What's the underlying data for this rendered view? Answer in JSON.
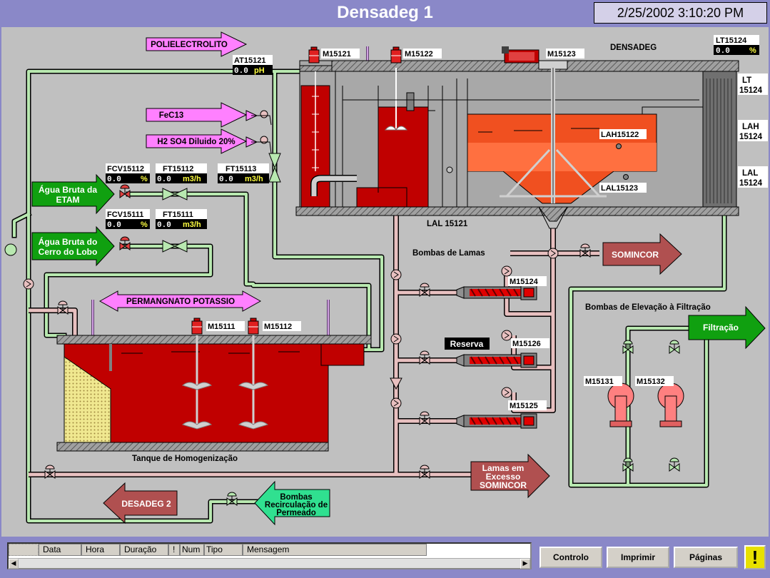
{
  "header": {
    "title": "Densadeg 1",
    "datetime": "2/25/2002 3:10:20 PM"
  },
  "colors": {
    "titlebar": "#8a88c8",
    "background": "#c0c0c0",
    "tank_red": "#c00000",
    "sludge_orange": "#f05020",
    "pipe_green": "#b8e8b0",
    "pipe_pink": "#e8c0c0",
    "chem_pink": "#ff80ff",
    "arrow_green": "#10a010",
    "arrow_brown": "#b05050"
  },
  "chemicals": {
    "polieletrolito": "POLIELECTROLITO",
    "fecl3": "FeC13",
    "h2so4": "H2 SO4 Diluido 20%",
    "permanganato": "PERMANGNATO POTASSIO"
  },
  "instruments": {
    "at15121": {
      "tag": "AT15121",
      "value": "0.0",
      "unit": "pH"
    },
    "lt15124": {
      "tag": "LT15124",
      "value": "0.0",
      "unit": "%"
    },
    "fcv15112": {
      "tag": "FCV15112",
      "value": "0.0",
      "unit": "%"
    },
    "ft15112": {
      "tag": "FT15112",
      "value": "0.0",
      "unit": "m3/h"
    },
    "ft15113": {
      "tag": "FT15113",
      "value": "0.0",
      "unit": "m3/h"
    },
    "fcv15111": {
      "tag": "FCV15111",
      "value": "0.0",
      "unit": "%"
    },
    "ft15111": {
      "tag": "FT15111",
      "value": "0.0",
      "unit": "m3/h"
    }
  },
  "motors": {
    "m15121": "M15121",
    "m15122": "M15122",
    "m15123": "M15123",
    "m15111": "M15111",
    "m15112": "M15112",
    "m15124": "M15124",
    "m15126": "M15126",
    "m15125": "M15125",
    "m15131": "M15131",
    "m15132": "M15132"
  },
  "labels": {
    "densadeg": "DENSADEG",
    "lt": "LT",
    "lt_num": "15124",
    "lah": "LAH",
    "lah_num": "15124",
    "lal": "LAL",
    "lal_num": "15124",
    "lah15122": "LAH15122",
    "lal15123": "LAL15123",
    "lal15121": "LAL 15121",
    "bombas_lamas": "Bombas de Lamas",
    "bombas_filtracao": "Bombas de Elevação à Filtração",
    "tanque": "Tanque de Homogenização",
    "reserva": "Reserva"
  },
  "arrows": {
    "agua_etam": [
      "Água Bruta da",
      "ETAM"
    ],
    "agua_cerro": [
      "Água Bruta do",
      "Cerro do Lobo"
    ],
    "somincor": "SOMINCOR",
    "filtracao": "Filtração",
    "lamas_excesso": [
      "Lamas em",
      "Excesso",
      "SOMINCOR"
    ],
    "desadeg2": "DESADEG 2",
    "bombas_recirc": [
      "Bombas",
      "Recirculação de",
      "Permeado"
    ]
  },
  "alarm_table": {
    "columns": [
      "",
      "Data",
      "Hora",
      "Duração",
      "!",
      "Num",
      "Tipo",
      "Mensagem"
    ]
  },
  "buttons": {
    "controlo": "Controlo",
    "imprimir": "Imprimir",
    "paginas": "Páginas",
    "alert": "!"
  }
}
